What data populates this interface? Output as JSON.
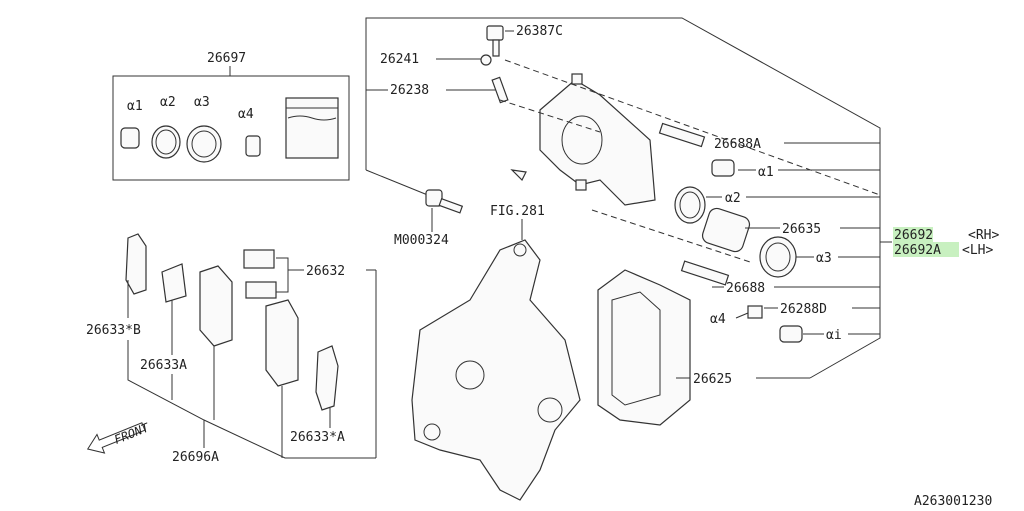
{
  "labels": {
    "kit": "26697",
    "a1": "α1",
    "a2": "α2",
    "a3": "α3",
    "a4": "α4",
    "bolt_c": "26387C",
    "p26241": "26241",
    "p26238": "26238",
    "pin_a": "26688A",
    "r_a1": "α1",
    "r_a2": "α2",
    "piston": "26635",
    "r_a3": "α3",
    "pin": "26688",
    "boot_d": "26288D",
    "r_a4": "α4",
    "r_ai": "αi",
    "bracket": "26625",
    "m_bolt": "M000324",
    "fig": "FIG.281",
    "clips": "26632",
    "shim_b": "26633*B",
    "shim_a": "26633A",
    "pads": "26696A",
    "shim_star_a": "26633*A",
    "rh_num": "26692",
    "rh": "<RH>",
    "lh_num": "26692A",
    "lh": "<LH>",
    "front": "FRONT",
    "drawing_no": "A263001230"
  },
  "colors": {
    "highlight": "#c8f0c0",
    "line": "#333333"
  }
}
